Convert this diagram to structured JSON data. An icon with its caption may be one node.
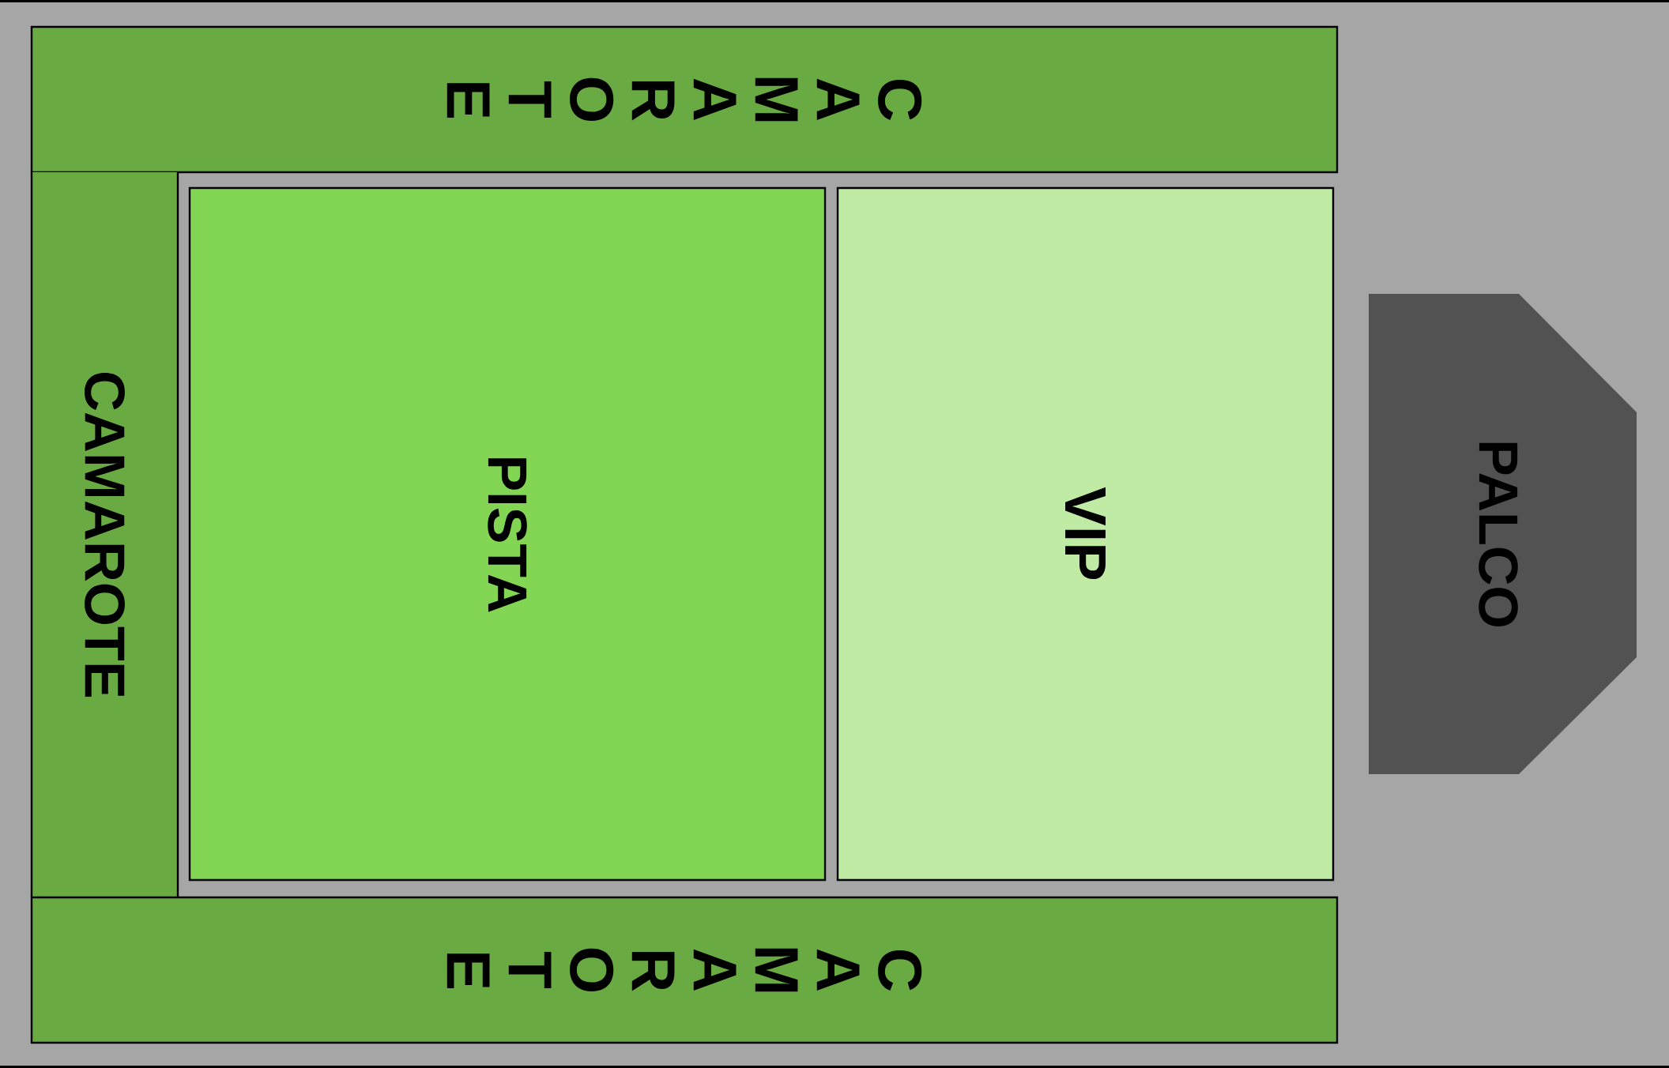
{
  "diagram": {
    "nodes": [
      {
        "text": [
          "C A M A R O T E"
        ]
      },
      {
        "text": [
          "CAMAROTE"
        ]
      },
      {
        "text": [
          "PISTA"
        ]
      },
      {
        "text": [
          "VIP"
        ]
      },
      {
        "text": [
          "PALCO"
        ]
      },
      {
        "text": [
          "C A M A R O T E"
        ]
      }
    ]
  }
}
